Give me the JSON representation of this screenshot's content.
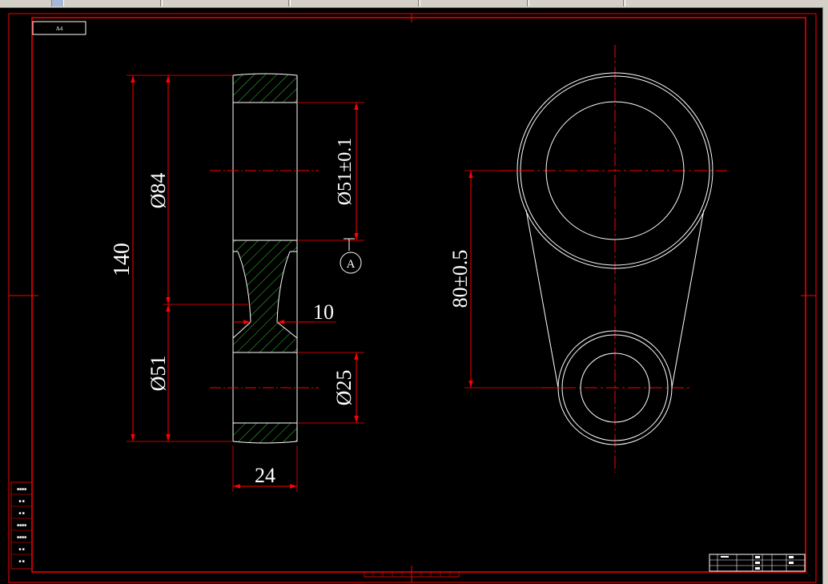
{
  "sheet": {
    "size_label": "A4"
  },
  "colors": {
    "frame": "#ff0000",
    "geometry": "#ffffff",
    "hatch": "#33cc33",
    "background": "#000000"
  },
  "dimensions": {
    "overall_height": "140",
    "bore_dia_84": "Ø84",
    "bore_dia_51": "Ø51",
    "bore_tol": "Ø51±0.1",
    "small_bore": "Ø25",
    "web_thickness": "10",
    "width": "24",
    "center_distance": "80±0.5"
  },
  "section_marker": "A",
  "title_block_labels": [
    "■■■■",
    "■ ■",
    "■ ■",
    "■■■■",
    "■■■■",
    "■ ■",
    "■ ■"
  ]
}
